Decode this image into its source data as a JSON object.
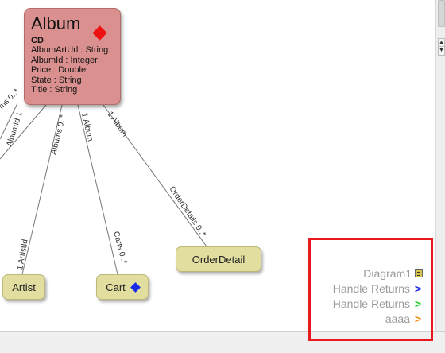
{
  "album": {
    "title": "Album",
    "stereotype": "CD",
    "attributes": [
      "AlbumArtUrl : String",
      "AlbumId : Integer",
      "Price : Double",
      "State : String",
      "Title : String"
    ],
    "marker_color": "#ee1111"
  },
  "nodes": {
    "artist": "Artist",
    "cart": "Cart",
    "order_detail": "OrderDetail"
  },
  "connector_labels": {
    "album_top_1": "ms 0..*",
    "album_top_2": "AlbumId 1",
    "album_top_3": "Albums 0..*",
    "album_top_4": "1 Album",
    "album_top_5": "1 Album",
    "artist_end": "1 ArtistId",
    "cart_end": "Carts 0..*",
    "orderdetail_end": "OrderDetails 0..*"
  },
  "legend": {
    "items": [
      {
        "label": "Diagram1",
        "icon": "diagram-icon",
        "color": "#d4c54a"
      },
      {
        "label": "Handle Returns",
        "icon": "chevron-right-icon",
        "color": "#1a2be8"
      },
      {
        "label": "Handle Returns",
        "icon": "chevron-right-icon",
        "color": "#1fcf1f"
      },
      {
        "label": "aaaa",
        "icon": "chevron-right-icon",
        "color": "#f08c12"
      }
    ]
  },
  "colors": {
    "album_fill": "#d9908e",
    "node_fill": "#e2dea0",
    "cart_marker": "#1a2be8",
    "highlight": "#e8181f"
  }
}
